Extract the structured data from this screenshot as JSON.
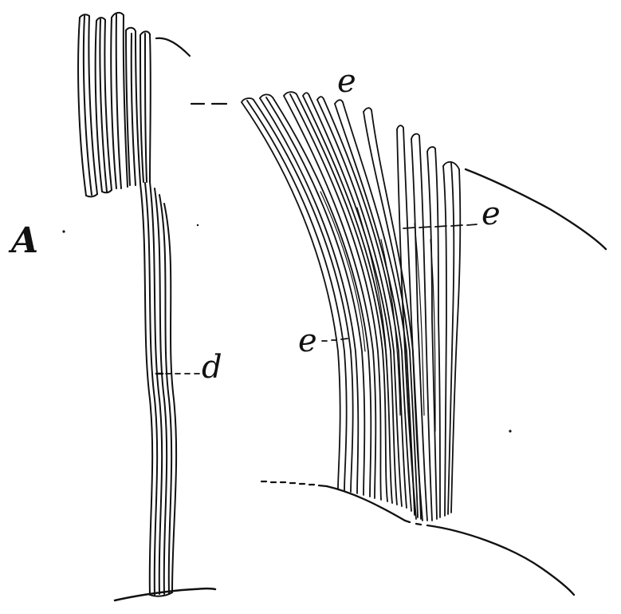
{
  "figure": {
    "panel_letter": "A",
    "labels": {
      "d": "d",
      "e_top": "e",
      "e_right": "e",
      "e_left": "e"
    },
    "ink_color": "#111111",
    "background_color": "#ffffff"
  }
}
